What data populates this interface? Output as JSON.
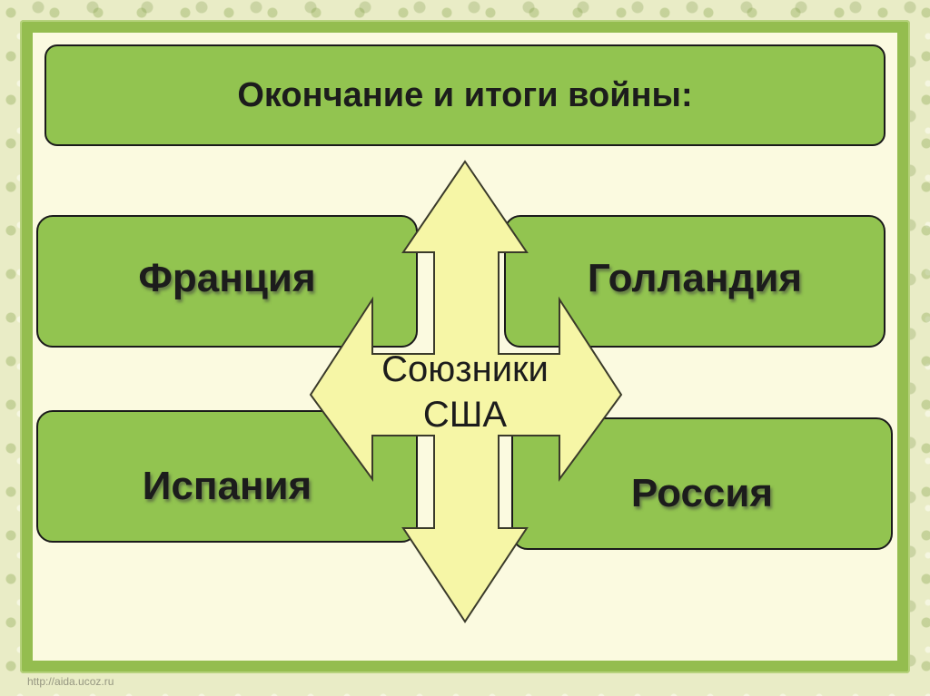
{
  "title": "Окончание и итоги войны:",
  "boxes": {
    "top_left": "Франция",
    "top_right": "Голландия",
    "bottom_left": "Испания",
    "bottom_right": "Россия"
  },
  "center": {
    "line1": "Союзники",
    "line2": "США"
  },
  "watermark": "http://aida.ucoz.ru",
  "colors": {
    "box_fill": "#92c450",
    "arrow_fill": "#f6f6a6",
    "frame": "#94bd4f",
    "background": "#fbfae0"
  }
}
